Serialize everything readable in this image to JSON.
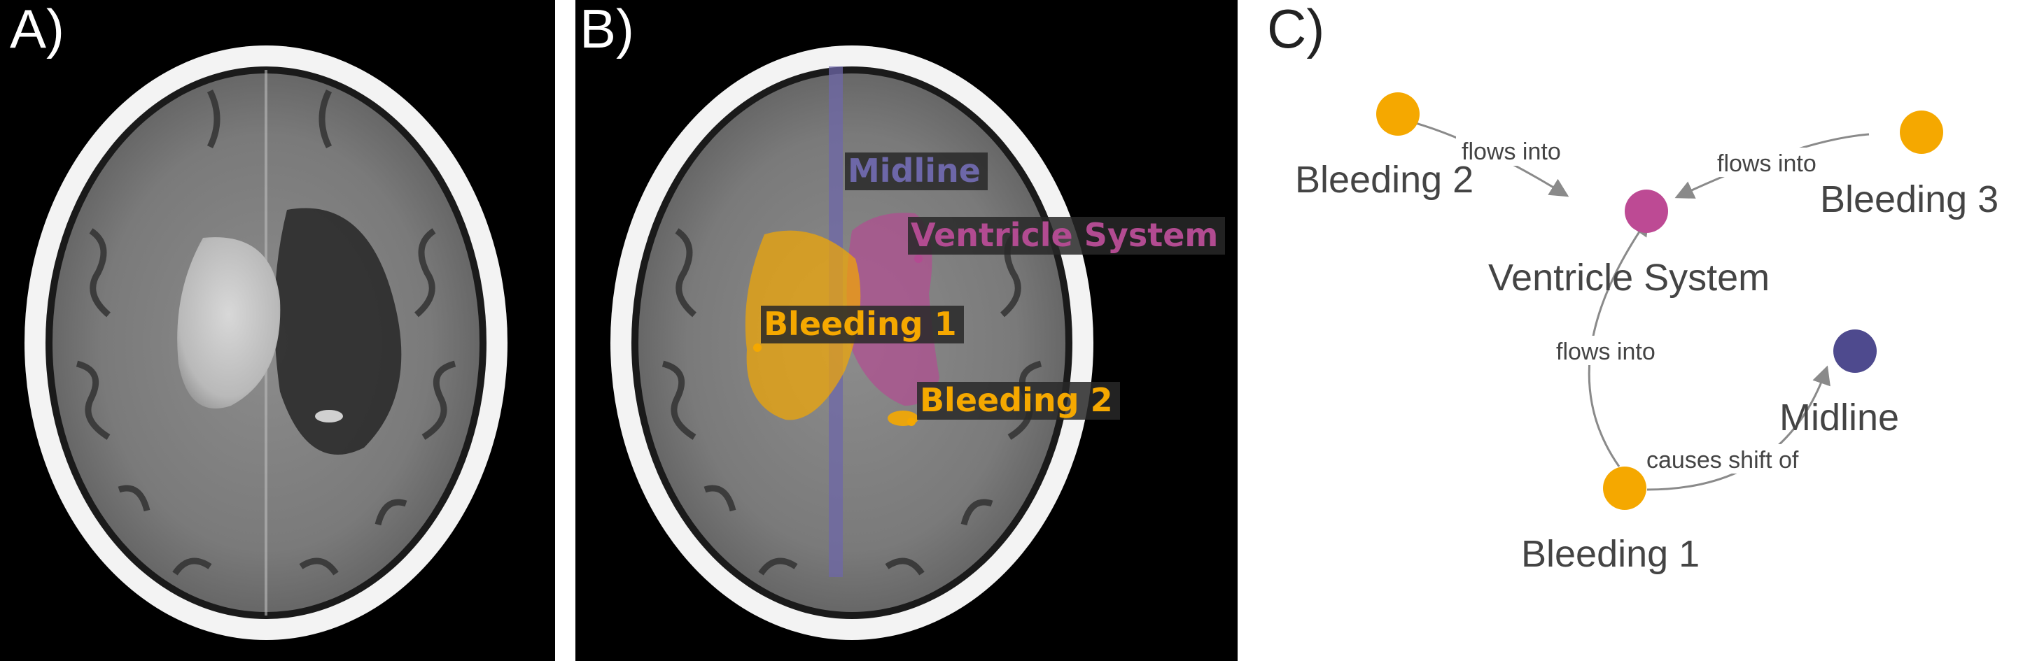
{
  "panels": {
    "a": {
      "label": "A)"
    },
    "b": {
      "label": "B)",
      "segments": {
        "midline": {
          "label": "Midline",
          "color": "#6d67a8"
        },
        "ventricle": {
          "label": "Ventricle System",
          "color": "#b24b91"
        },
        "bleeding1": {
          "label": "Bleeding 1",
          "color": "#f5a800"
        },
        "bleeding2": {
          "label": "Bleeding 2",
          "color": "#f5a800"
        }
      }
    },
    "c": {
      "label": "C)"
    }
  },
  "graph": {
    "nodes": {
      "bleeding2": {
        "label": "Bleeding 2",
        "color": "#f5a800"
      },
      "bleeding3": {
        "label": "Bleeding 3",
        "color": "#f5a800"
      },
      "ventricle": {
        "label": "Ventricle System",
        "color": "#bd4a94"
      },
      "midline": {
        "label": "Midline",
        "color": "#4e4a8e"
      },
      "bleeding1": {
        "label": "Bleeding 1",
        "color": "#f5a800"
      }
    },
    "edges": {
      "b2_v": {
        "label": "flows into"
      },
      "b3_v": {
        "label": "flows into"
      },
      "b1_v": {
        "label": "flows into"
      },
      "b1_m": {
        "label": "causes shift of"
      }
    },
    "edge_color": "#8a8a8a"
  }
}
